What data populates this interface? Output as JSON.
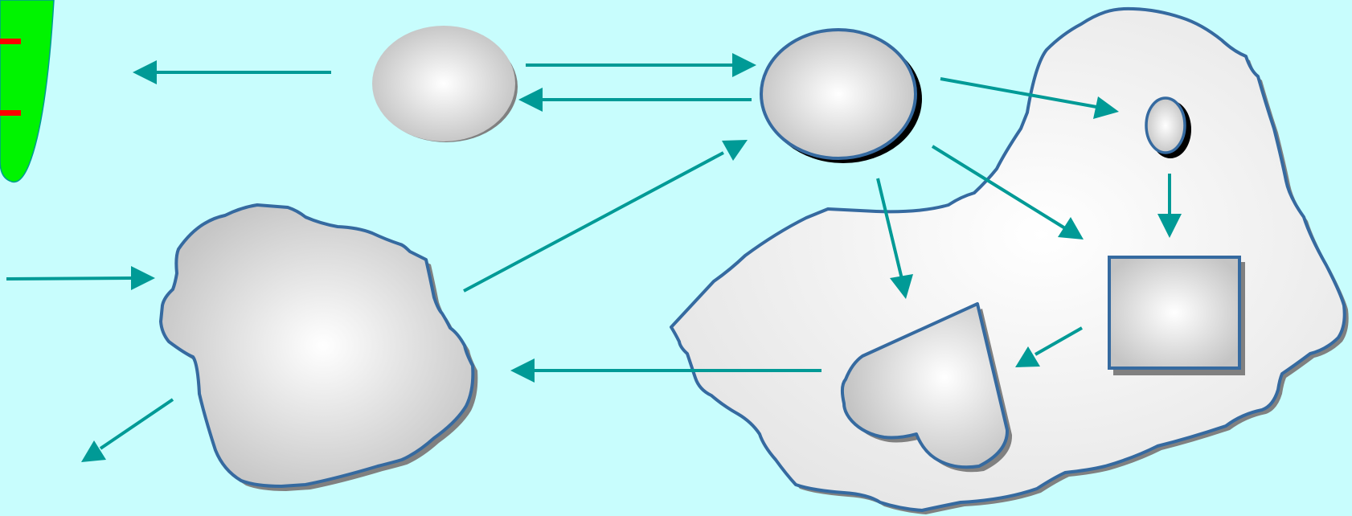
{
  "colors": {
    "background": "#c8fdfd",
    "arrow": "#009a96",
    "outline": "#356aa0",
    "shadow_gray": "#808080",
    "shadow_black": "#000000",
    "shape_light": "#ffffff",
    "shape_dark": "#c2c2c2",
    "region_fill": "#f0f0f0",
    "green_shape": "#00f400",
    "red_marks": "#ff0000"
  },
  "shapes": [
    {
      "name": "green-sliver-shape",
      "kind": "green"
    },
    {
      "name": "top-left-oval-shape",
      "kind": "oval"
    },
    {
      "name": "top-center-oval-shape",
      "kind": "oval"
    },
    {
      "name": "left-blob-shape",
      "kind": "blob"
    },
    {
      "name": "right-large-region-shape",
      "kind": "region"
    },
    {
      "name": "small-oval-shape",
      "kind": "oval"
    },
    {
      "name": "square-shape",
      "kind": "rectangle"
    },
    {
      "name": "heart-shape",
      "kind": "heart"
    }
  ],
  "arrows": [
    {
      "name": "arrow-oval-left-out",
      "direction": "left"
    },
    {
      "name": "arrow-oval-to-oval",
      "direction": "right"
    },
    {
      "name": "arrow-oval-back",
      "direction": "left"
    },
    {
      "name": "arrow-in-to-blob",
      "direction": "right"
    },
    {
      "name": "arrow-blob-to-oval",
      "direction": "up-right"
    },
    {
      "name": "arrow-oval-to-small-oval",
      "direction": "right"
    },
    {
      "name": "arrow-oval-to-square",
      "direction": "down-right"
    },
    {
      "name": "arrow-oval-to-heart",
      "direction": "down"
    },
    {
      "name": "arrow-small-oval-to-square",
      "direction": "down"
    },
    {
      "name": "arrow-square-to-heart",
      "direction": "down-left"
    },
    {
      "name": "arrow-region-to-blob",
      "direction": "left"
    },
    {
      "name": "arrow-blob-out",
      "direction": "down-left"
    }
  ]
}
